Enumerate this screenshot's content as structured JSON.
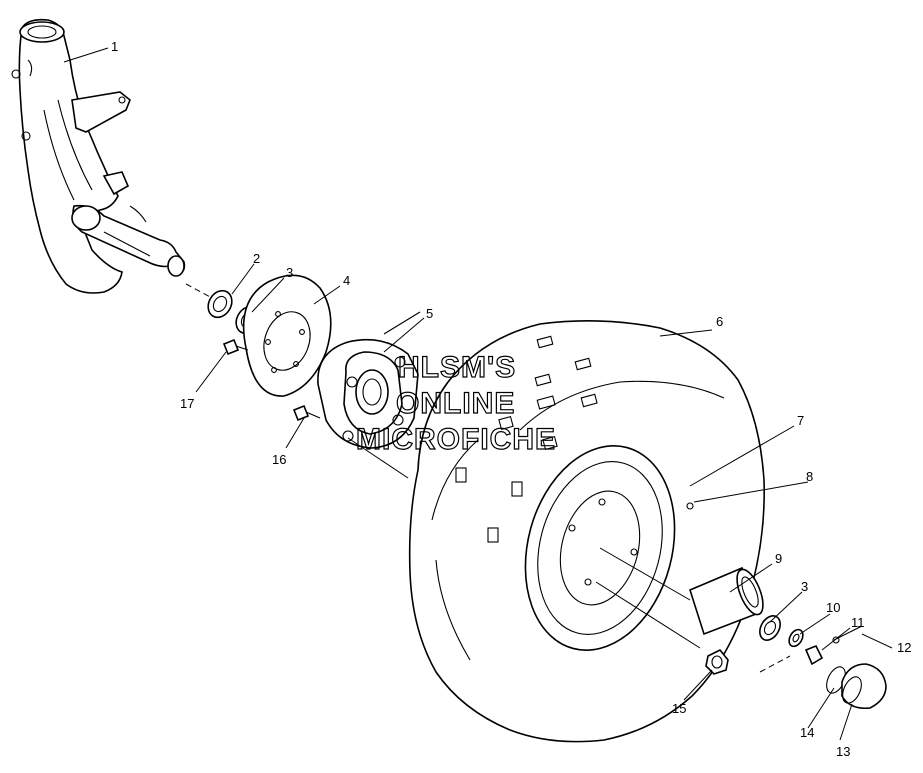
{
  "diagram": {
    "callouts": {
      "c1": "1",
      "c2": "2",
      "c3a": "3",
      "c4": "4",
      "c5": "5",
      "c6": "6",
      "c7": "7",
      "c8": "8",
      "c9": "9",
      "c3b": "3",
      "c10": "10",
      "c11": "11",
      "c12": "12",
      "c13": "13",
      "c14": "14",
      "c15": "15",
      "c16": "16",
      "c17": "17"
    },
    "watermark": {
      "line1": "HLSM'S",
      "line2": "ONLINE",
      "line3": "MICROFICHE"
    }
  }
}
